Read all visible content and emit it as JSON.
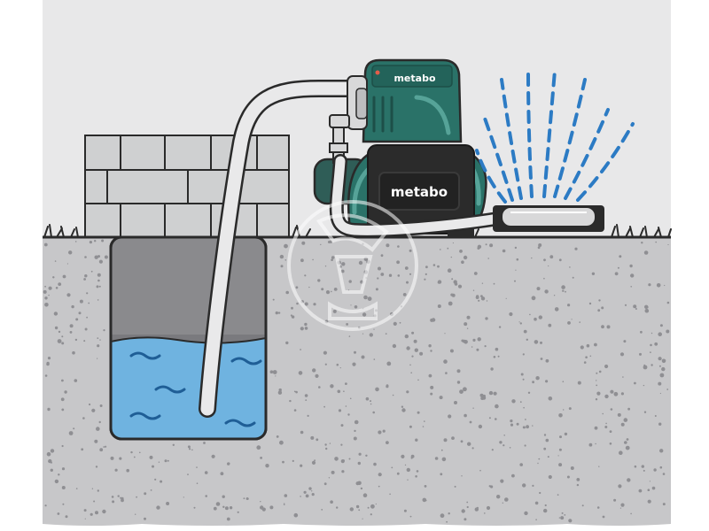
{
  "pump": {
    "brand_top": "metabo",
    "brand_front": "metabo",
    "body_color": "#2a7268",
    "tank_color": "#2f5d57"
  },
  "colors": {
    "sky": "#e8e8e9",
    "ground": "#c7c7c9",
    "water": "#6fb3e0",
    "wall": "#cfd0d1",
    "spray": "#2c7bc4",
    "outline": "#2a2a2a"
  },
  "watermark_icon": "wrench-gear-watermark"
}
